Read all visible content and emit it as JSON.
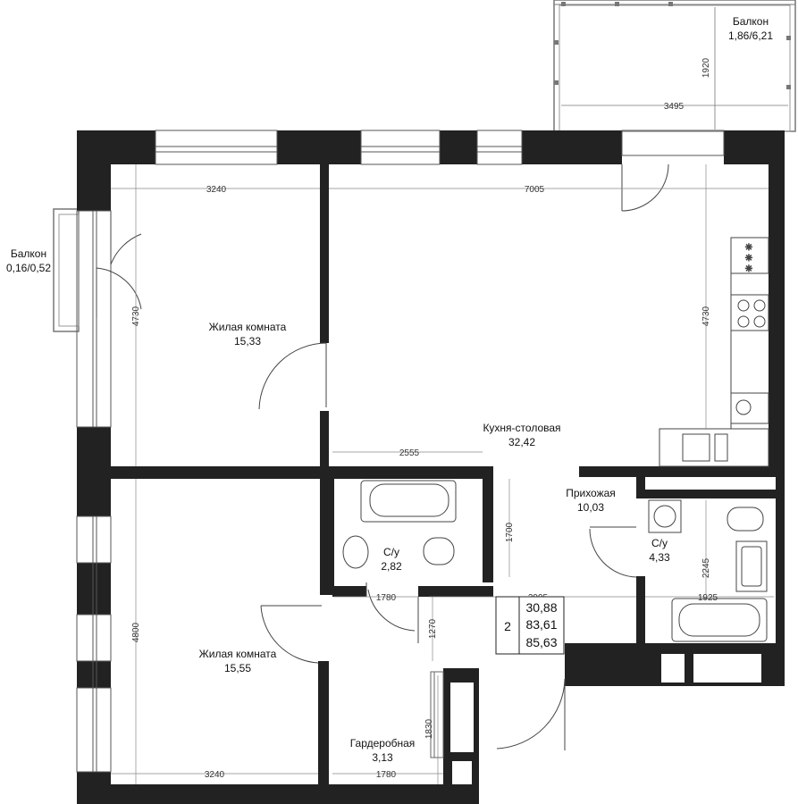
{
  "rooms": {
    "balcony_top": {
      "name": "Балкон",
      "area": "1,86/6,21"
    },
    "balcony_left": {
      "name": "Балкон",
      "area": "0,16/0,52"
    },
    "living_1": {
      "name": "Жилая комната",
      "area": "15,33"
    },
    "kitchen": {
      "name": "Кухня-столовая",
      "area": "32,42"
    },
    "hallway": {
      "name": "Прихожая",
      "area": "10,03"
    },
    "bath_1": {
      "name": "С/у",
      "area": "2,82"
    },
    "bath_2": {
      "name": "С/у",
      "area": "4,33"
    },
    "living_2": {
      "name": "Жилая комната",
      "area": "15,55"
    },
    "wardrobe": {
      "name": "Гардеробная",
      "area": "3,13"
    }
  },
  "dimensions": {
    "balcony_height": "1920",
    "balcony_width": "3495",
    "living1_width": "3240",
    "kitchen_width": "7005",
    "living1_height": "4730",
    "kitchen_height": "4730",
    "kitchen_lower": "2555",
    "bath1_height": "1700",
    "bath1_width": "1780",
    "hall_width": "2995",
    "hall_gap": "1270",
    "bath2_height": "2245",
    "bath2_width": "1925",
    "living2_height": "4800",
    "living2_width": "3240",
    "wardrobe_height": "1830",
    "wardrobe_width": "1780"
  },
  "summary": {
    "rooms_count": "2",
    "area_living": "30,88",
    "area_total": "83,61",
    "area_with_balcony": "85,63"
  }
}
